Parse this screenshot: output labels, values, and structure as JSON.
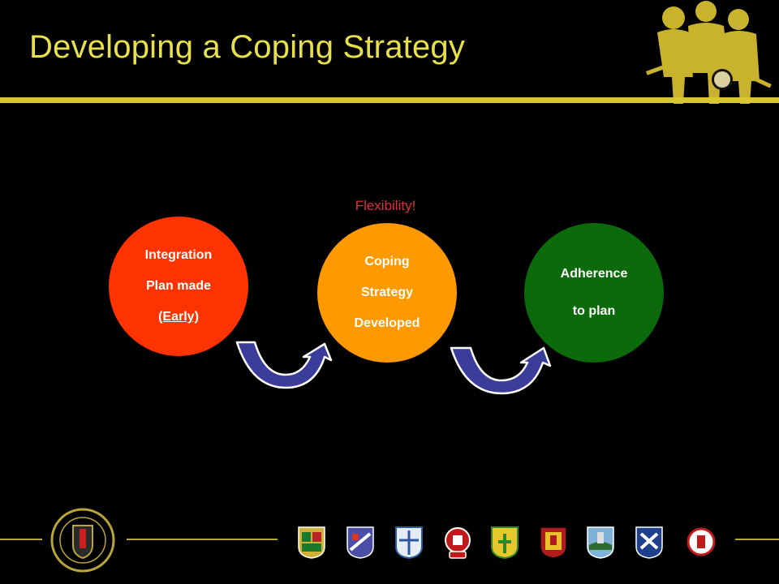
{
  "slide": {
    "title": "Developing a Coping Strategy",
    "flexibility_label": "Flexibility!"
  },
  "steps": [
    {
      "lines": [
        "Integration",
        "Plan made",
        "(Early)"
      ],
      "color": "#ff3300"
    },
    {
      "lines": [
        "Coping",
        "Strategy",
        "Developed"
      ],
      "color": "#ff9900"
    },
    {
      "lines": [
        "Adherence",
        "to plan"
      ],
      "color": "#0b6b0b"
    }
  ],
  "colors": {
    "title": "#e8e04a",
    "rule": "#d9c633",
    "flexibility": "#e0303a",
    "arrow": "#3a3d99"
  },
  "icons": [
    "ulster-gaa-crest-icon",
    "county-crest-icons",
    "hurling-players-silhouette-icon",
    "curved-arrow-icon"
  ]
}
